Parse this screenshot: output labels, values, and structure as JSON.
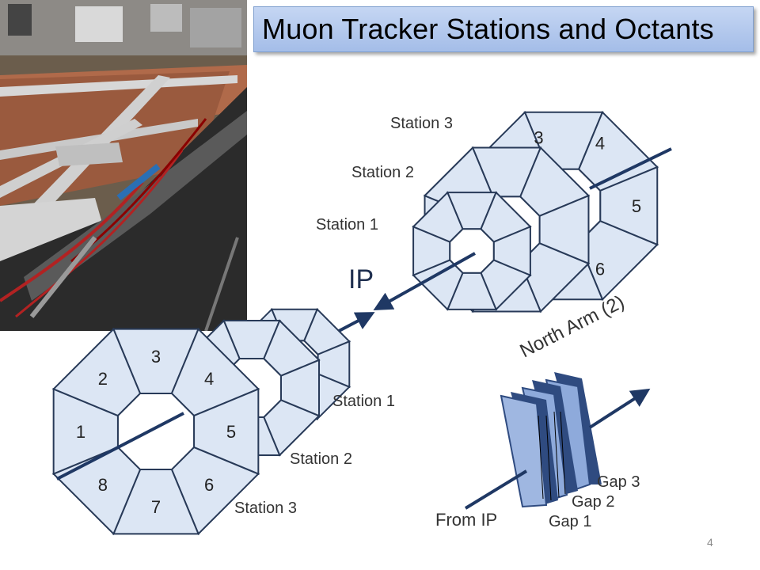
{
  "title": "Muon  Tracker Stations and Octants",
  "slide_number": "4",
  "north": {
    "station_labels": [
      "Station 3",
      "Station 2",
      "Station 1"
    ],
    "octants": [
      "3",
      "4",
      "5",
      "6"
    ],
    "arm_label": "North Arm (2)"
  },
  "south": {
    "station_labels": [
      "Station 1",
      "Station 2",
      "Station 3"
    ],
    "octants": [
      "1",
      "2",
      "3",
      "4",
      "5",
      "6",
      "7",
      "8"
    ]
  },
  "ip_label": "IP",
  "gap_labels": [
    "Gap 3",
    "Gap 2",
    "Gap 1"
  ],
  "from_ip_label": "From IP",
  "colors": {
    "panel_fill": "#dce6f4",
    "panel_stroke": "#283a58",
    "arrow": "#1f3864",
    "gap_fill": "#8eaadb",
    "gap_dark": "#2f4b80",
    "title_bg": "#b4c9ee"
  }
}
